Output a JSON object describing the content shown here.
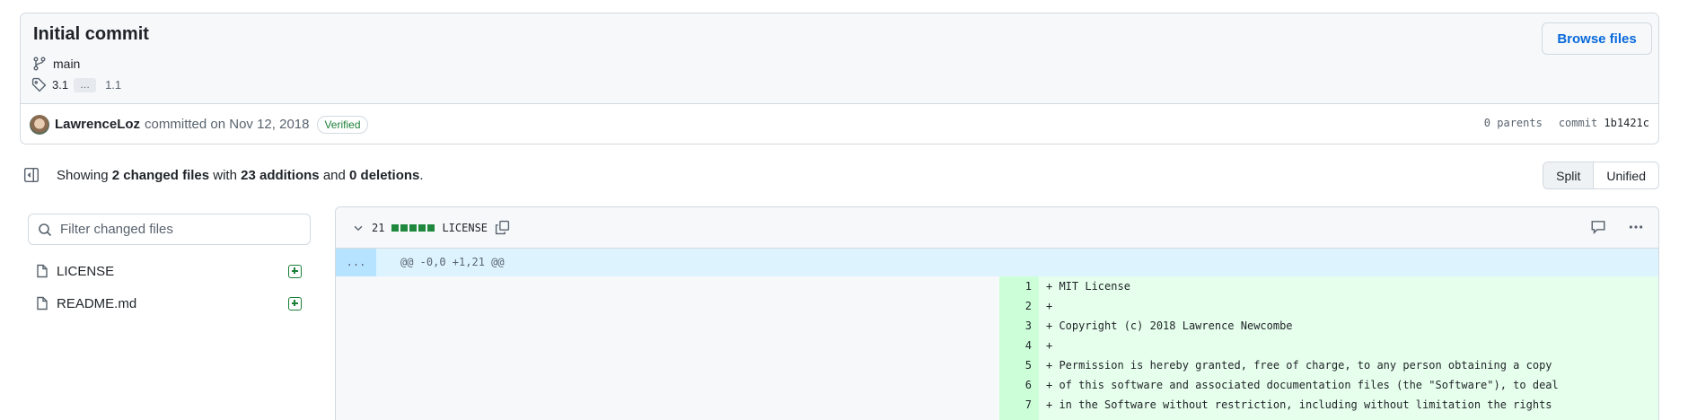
{
  "commit": {
    "title": "Initial commit",
    "branch": "main",
    "tags": {
      "first": "3.1",
      "ellipsis": "…",
      "last": "1.1"
    },
    "browse_files_label": "Browse files",
    "author": "LawrenceLoz",
    "committed_text": "committed on Nov 12, 2018",
    "verified_label": "Verified",
    "parents": "0 parents",
    "commit_label": "commit",
    "sha": "1b1421c"
  },
  "stats": {
    "prefix": "Showing",
    "files": "2 changed files",
    "with": "with",
    "additions": "23 additions",
    "and": "and",
    "deletions": "0 deletions",
    "suffix": "."
  },
  "view_toggle": {
    "split": "Split",
    "unified": "Unified",
    "active": "Split"
  },
  "file_tree": {
    "filter_placeholder": "Filter changed files",
    "files": [
      {
        "name": "LICENSE",
        "status": "added"
      },
      {
        "name": "README.md",
        "status": "added"
      }
    ]
  },
  "diff": {
    "file": {
      "line_count": "21",
      "name": "LICENSE",
      "bars": 5
    },
    "hunk_expander": "...",
    "hunk_header": "@@ -0,0 +1,21 @@",
    "lines": [
      {
        "num": "1",
        "text": "+ MIT License"
      },
      {
        "num": "2",
        "text": "+"
      },
      {
        "num": "3",
        "text": "+ Copyright (c) 2018 Lawrence Newcombe"
      },
      {
        "num": "4",
        "text": "+"
      },
      {
        "num": "5",
        "text": "+ Permission is hereby granted, free of charge, to any person obtaining a copy"
      },
      {
        "num": "6",
        "text": "+ of this software and associated documentation files (the \"Software\"), to deal"
      },
      {
        "num": "7",
        "text": "+ in the Software without restriction, including without limitation the rights"
      }
    ]
  },
  "colors": {
    "accent": "#0969da",
    "success": "#1a7f37",
    "addition_bg": "#e6ffec",
    "addition_gutter": "#ccffd8",
    "hunk_bg": "#ddf4ff"
  }
}
